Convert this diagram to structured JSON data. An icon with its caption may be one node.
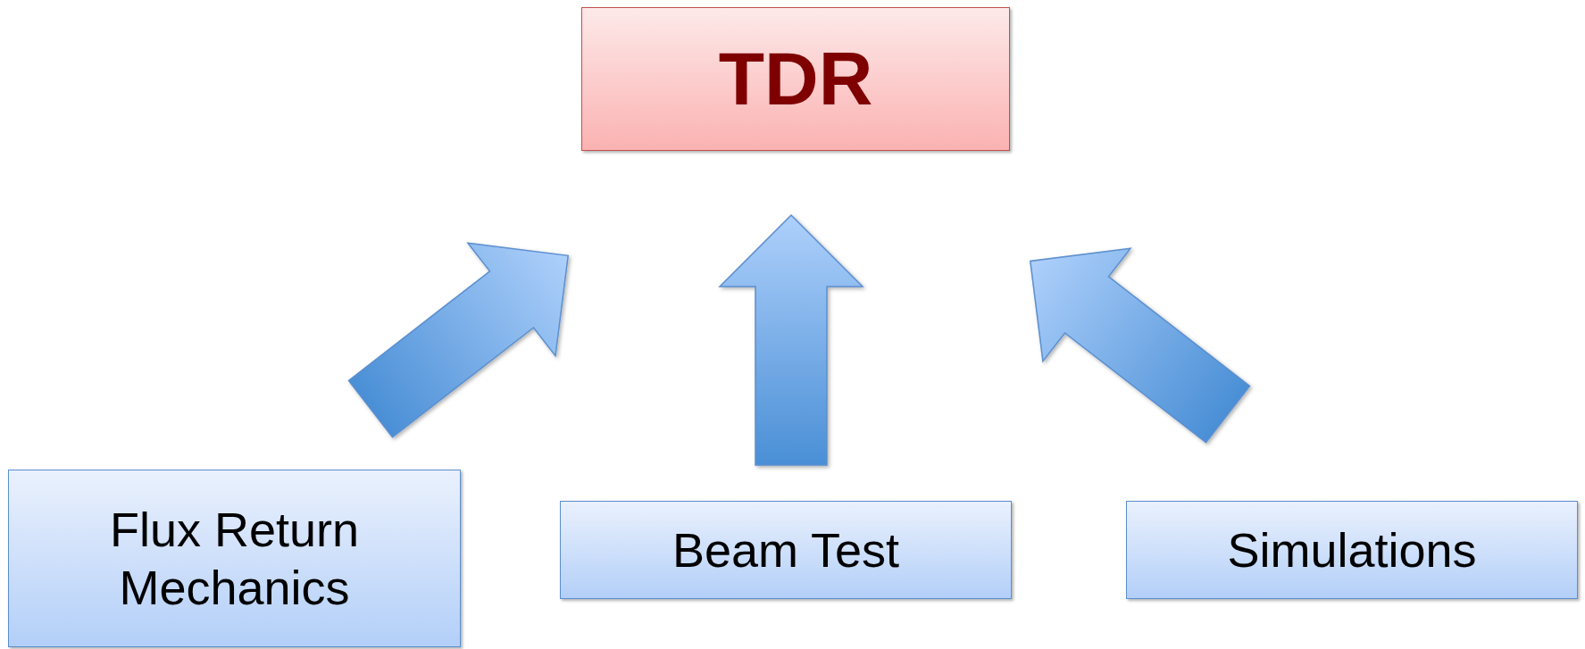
{
  "diagram": {
    "nodes": [
      {
        "text": [
          "TDR"
        ]
      },
      {
        "text": [
          "Flux Return Mechanics"
        ]
      },
      {
        "text": [
          "Beam Test"
        ]
      },
      {
        "text": [
          "Simulations"
        ]
      }
    ],
    "edges": [
      {
        "from": 1,
        "to": 0,
        "arrow": "to"
      },
      {
        "from": 2,
        "to": 0,
        "arrow": "to"
      },
      {
        "from": 3,
        "to": 0,
        "arrow": "to"
      }
    ]
  }
}
